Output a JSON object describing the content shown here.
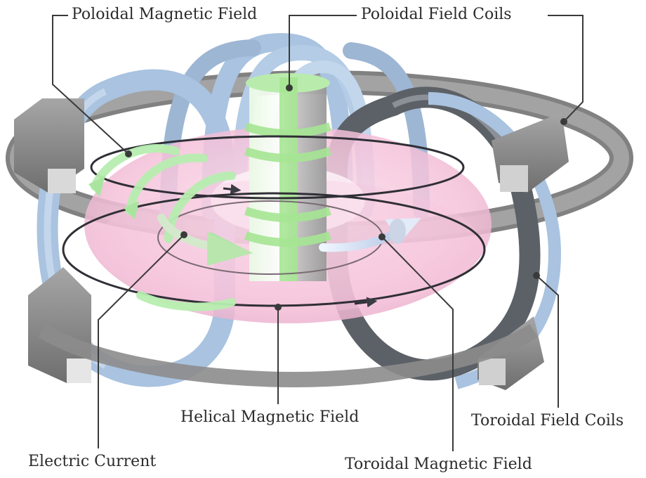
{
  "labels": {
    "poloidal_magnetic_field": "Poloidal Magnetic Field",
    "poloidal_field_coils": "Poloidal Field Coils",
    "helical_magnetic_field": "Helical Magnetic Field",
    "toroidal_field_coils": "Toroidal Field Coils",
    "electric_current": "Electric Current",
    "toroidal_magnetic_field": "Toroidal Magnetic Field"
  },
  "colors": {
    "plasma": "#f7c6dc",
    "toroidal_coil_blue": "#a9c3e0",
    "toroidal_coil_dark": "#5c6167",
    "poloidal_coil_gray": "#8f8f8f",
    "central_solenoid": "#b9ecac",
    "field_arrow_green": "#b7eeb0",
    "leader_line": "#3a3a3a"
  }
}
